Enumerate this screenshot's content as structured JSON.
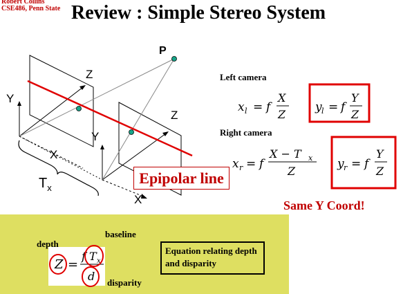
{
  "header": {
    "author": "Robert Collins",
    "course": "CSE486, Penn State"
  },
  "title": "Review : Simple Stereo System",
  "diagram": {
    "point_label": "P",
    "left_axes": {
      "x": "X",
      "y": "Y",
      "z": "Z"
    },
    "right_axes": {
      "x": "X",
      "y": "Y",
      "z": "Z"
    },
    "baseline_label": "T",
    "baseline_subscript": "x",
    "epipolar_label": "Epipolar line",
    "colors": {
      "epipolar": "#e00000",
      "point": "#17a589",
      "lines": "#888888"
    }
  },
  "left_camera": {
    "label": "Left camera",
    "x_eq": {
      "lhs": "x",
      "lhs_sub": "l",
      "f": "f",
      "num": "X",
      "den": "Z"
    },
    "y_eq": {
      "lhs": "y",
      "lhs_sub": "l",
      "f": "f",
      "num": "Y",
      "den": "Z"
    }
  },
  "right_camera": {
    "label": "Right camera",
    "x_eq": {
      "lhs": "x",
      "lhs_sub": "r",
      "f": "f",
      "num": "X − T",
      "num_sub": "x",
      "den": "Z"
    },
    "y_eq": {
      "lhs": "y",
      "lhs_sub": "r",
      "f": "f",
      "num": "Y",
      "den": "Z"
    }
  },
  "same_y": "Same Y Coord!",
  "bottom_panel": {
    "baseline_label": "baseline",
    "depth_label": "depth",
    "disparity_label": "disparity",
    "formula": {
      "lhs": "Z",
      "num_f": "f",
      "num_t": "T",
      "num_t_sub": "x",
      "den": "d"
    },
    "equation_note": "Equation relating depth and disparity",
    "colors": {
      "panel": "#dedf61",
      "circle": "#e00000"
    }
  }
}
